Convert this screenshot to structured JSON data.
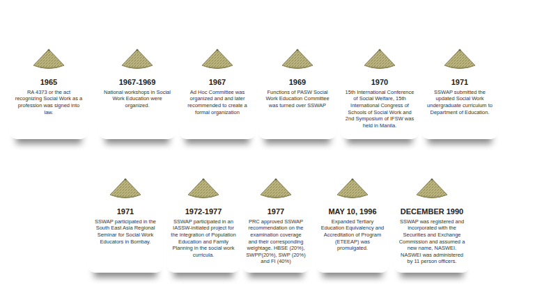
{
  "diagram": {
    "nodes": [
      {
        "text": [
          "1965",
          "RA 4373 or the act recognizing Social Work as a profession was signed into law."
        ]
      },
      {
        "text": [
          "1967-1969",
          "National workshops in Social Work Education were organized."
        ]
      },
      {
        "text": [
          "1967",
          "Ad Hoc Committee was organized and and later recommended to create a formal organization"
        ]
      },
      {
        "text": [
          "1969",
          "Functions of PASW Social Work Education Committee was turned over SSWAP"
        ]
      },
      {
        "text": [
          "1970",
          "15th International Conference of Social Welfare, 15th International Congress of Schools of Social Work and 2nd Symposium of IFSW was held in Manila."
        ]
      },
      {
        "text": [
          "1971",
          "SSWAP submitted the updated Social Work undergraduate curriculum to Department of Education."
        ]
      },
      {
        "text": [
          "1971",
          "SSWAP participated in the South East Asia Regional Seminar for Social Work Educators in Bombay."
        ]
      },
      {
        "text": [
          "1972-1977",
          "SSWAP participated in an IASSW-initiated project for the integration of Population Education and Family Planning in the social work curricula."
        ]
      },
      {
        "text": [
          "1977",
          "PRC approved SSWAP recommendation on the examination coverage and their corresponding weightage. HBSE (20%), SWPP(20%), SWP (20%) and FI (40%)"
        ]
      },
      {
        "text": [
          "MAY 10, 1996",
          "Expanded Tertiary Education Equivalency and Accreditation of Program (ETEEAP) was promulgated."
        ]
      },
      {
        "text": [
          "DECEMBER 1990",
          "SSWAP was registered and incorporated with the Securities and Exchange Commission and assumed a new name, NASWEI. NASWEI was administered by 11 person officers."
        ]
      }
    ]
  }
}
